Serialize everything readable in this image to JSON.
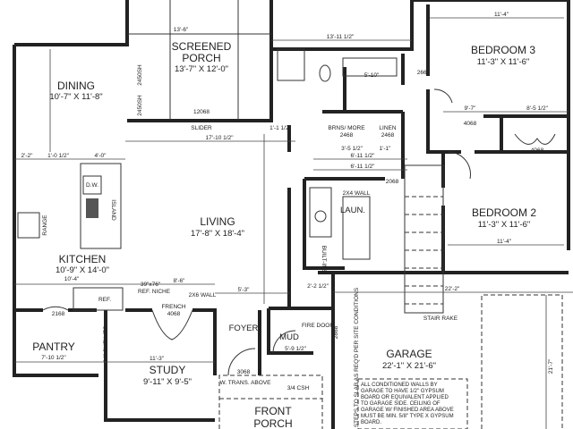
{
  "plan": {
    "rooms": {
      "screened_porch": {
        "name1": "SCREENED",
        "name2": "PORCH",
        "size": "13'-7\" X 12'-0\""
      },
      "dining": {
        "name": "DINING",
        "size": "10'-7\" X 11'-8\""
      },
      "kitchen": {
        "name": "KITCHEN",
        "size": "10'-9\" X 14'-0\""
      },
      "living": {
        "name": "LIVING",
        "size": "17'-8\" X 18'-4\""
      },
      "pantry": {
        "name": "PANTRY",
        "size": "7'-10 1/2\""
      },
      "study": {
        "name": "STUDY",
        "size": "9'-11\" X 9'-5\""
      },
      "foyer": {
        "name": "FOYER"
      },
      "mud": {
        "name": "MUD",
        "size": "5'-9 1/2\""
      },
      "garage": {
        "name": "GARAGE",
        "size": "22'-1\" X 21'-6\""
      },
      "bedroom3": {
        "name": "BEDROOM 3",
        "size": "11'-3\" X 11'-6\""
      },
      "bedroom2": {
        "name": "BEDROOM 2",
        "size": "11'-3\" X 11'-6\""
      },
      "laundry": {
        "name": "LAUN."
      },
      "front_porch": {
        "name1": "FRONT",
        "name2": "PORCH"
      }
    },
    "labels": {
      "slider": "SLIDER",
      "porch_door": "12068",
      "brns_more": "BRNS/ MORE",
      "brns_code": "2468",
      "linen": "LINEN",
      "linen_code": "2468",
      "dw": "D.W.",
      "island": "ISLAND",
      "range": "RANGE",
      "ref": "REF.",
      "ref_niche": "REF. NICHE",
      "ref_niche_dim": "39\"x76\"",
      "french": "FRENCH",
      "french_code": "4068",
      "wall_2x6": "2X6 WALL",
      "wall_2x4": "2X4 WALL",
      "shelves": "14\" SHELVES",
      "pantry_door": "2168",
      "foyer_door": "3068",
      "trans": "W. TRANS. ABOVE",
      "fire_door": "FIRE DOOR",
      "fire_code": "2868",
      "built_ins": "BUILT-INS",
      "stair_rake": "STAIR RAKE",
      "steps": "STEPS TO SLAB AS REQ'D PER SITE CONDITIONS",
      "closet_b3": "4068",
      "closet_b2": "4068",
      "door_2068": "2068",
      "door_2668": "2668",
      "window_a": "2450SH",
      "window_b": "2450SH",
      "col": "3/4 CSH"
    },
    "dimensions": {
      "d1": "17'-10 1/2\"",
      "d2": "13'-11 1/2\"",
      "d3": "13'-6\"",
      "d4": "11'-4\"",
      "d5": "9'-7\"",
      "d6": "8'-5 1/2\"",
      "d7": "6'-11 1/2\"",
      "d8": "6'-11 1/2\"",
      "d9": "8'-6\"",
      "d10": "10'-4\"",
      "d11": "5'-3\"",
      "d12": "11'-3\"",
      "d13": "11'-4\"",
      "d14": "22'-2\"",
      "d15": "2'-2\"",
      "d16": "1'-0 1/2\"",
      "d17": "4'-0\"",
      "d18": "5'-10\"",
      "d19": "3'-5 1/2\"",
      "d20": "1'-1\"",
      "d21": "1'-1 1/2\"",
      "d22": "2'-2 1/2\"",
      "d23": "21'-7\""
    },
    "note": [
      "ALL CONDITIONED WALLS BY",
      "GARAGE TO HAVE 1/2\" GYPSUM",
      "BOARD OR EQUIVALENT APPLIED",
      "TO GARAGE SIDE. CEILING OF",
      "GARAGE W/ FINISHED AREA ABOVE",
      "MUST BE MIN. 5/8\" TYPE X GYPSUM",
      "BOARD."
    ]
  }
}
